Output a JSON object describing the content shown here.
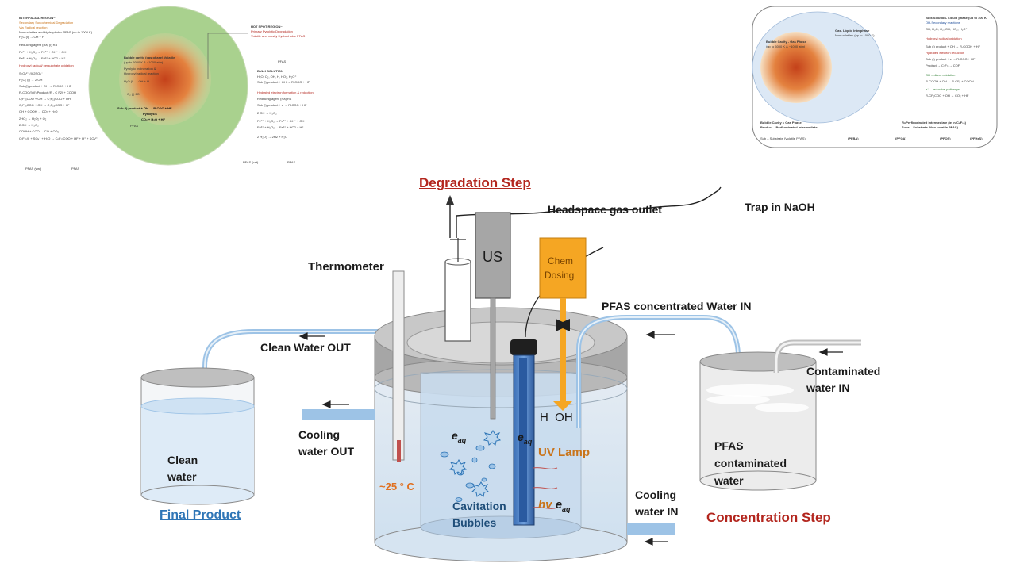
{
  "colors": {
    "accent_red": "#b3261e",
    "accent_blue": "#2e75b6",
    "chem_orange": "#f5a623",
    "water_blue": "#bdd7ee",
    "reactor_grey": "#a6a6a6",
    "halo_green": "#a9d18e",
    "hotspot_orange": "#e07020"
  },
  "main": {
    "degradation_title": "Degradation Step",
    "concentration_title": "Concentration Step",
    "final_product_title": "Final Product",
    "headspace": "Headspace gas outlet",
    "trap": "Trap in NaOH",
    "us": "US",
    "chem_line1": "Chem",
    "chem_line2": "Dosing",
    "thermometer": "Thermometer",
    "pfas_in": "PFAS concentrated Water IN",
    "clean_out": "Clean Water OUT",
    "contaminated_line1": "Contaminated",
    "contaminated_line2": "water IN",
    "cooling_out_line1": "Cooling",
    "cooling_out_line2": "water OUT",
    "cooling_in_line1": "Cooling",
    "cooling_in_line2": "water IN",
    "clean_water_line1": "Clean",
    "clean_water_line2": "water",
    "pfas_contaminated_line1": "PFAS",
    "pfas_contaminated_line2": "contaminated",
    "pfas_contaminated_line3": "water",
    "h_oh": "H  OH",
    "uv_lamp": "UV Lamp",
    "eaq_1": "e",
    "eaq_1_sub": "aq",
    "eaq_2": "e",
    "eaq_2_sub": "aq",
    "hv": "hv",
    "hv_e": "e",
    "hv_e_sub": "aq",
    "temperature": "~25 ° C",
    "cavitation_line1": "Cavitation",
    "cavitation_line2": "Bubbles"
  },
  "left_inset": {
    "interfacial_title": "INTERFACIAL REGION~",
    "interfacial_sub1": "Secondary Sonochemical Degradation",
    "interfacial_sub2": "Via Radical reaction",
    "interfacial_sub3": "Non volatiles and Hydrophobic PFAS (up to 1000 K)",
    "interfacial_eq1": "H₂O (l) → OH + H",
    "reducing_agent": "Reducing agent (Ra) (l) Ra",
    "eq2": "Fe²⁺ + H₂O₂ → Fe³⁺ + OH⁻ + OH",
    "eq3": "Fe³⁺ + H₂O₂ → Fe²⁺ + HO2 + H⁺",
    "hydroxyl_persulphate": "Hydroxyl radical/ persulphate oxidation",
    "eq4": "S₂O₈²⁻ (l) 2SO₄⁻",
    "eq5": "H₂O₂ (l) → 2 OH",
    "eq6": "Sub (l) product + OH → R-COO + HF",
    "eq7": "R-COO(l) (l) Product (R - C F2) + COOH",
    "eq8": "C₇F₁₅COO + OH → C₇F₁₅COO + OH",
    "eq9": "C₇F₁₅COO + OH → C₇F₁₅COO + H⁺",
    "eq10": "OH + COOH → CO₂ + H₂O",
    "eq11": "2HO₂ → H₂O₂ + O₂",
    "eq12": "2 OH → H₂O₂",
    "eq13": "COOH + COO → CO + CO₂",
    "eq14": "C₇F₁₅(l) + SO₄⁻ + H₂O → C₆F₁₃COO + HF + H⁺ + SO₄²⁻",
    "bubble_title": "Bubble cavity (gas phase) Volatile",
    "bubble_sub1": "(up to 5000 K & ~1000 atm)",
    "bubble_sub2": "Pyrolytic incineration &",
    "bubble_sub3": "Hydroxyl radical reaction",
    "bubble_eq1": "H₂O (l) → OH + H",
    "bubble_eq2": "Sub (l) product + OH → R-COO + HF",
    "bubble_eq3": "Pyrolysis",
    "bubble_eq4": "CO₂ + H₂O + HF",
    "bubble_eq5": "O₂ (l) 2O",
    "bubble_legend": "PFAS",
    "hotspot_title": "HOT SPOT REGION~",
    "hotspot_sub1": "Primary Pyrolytic Degradation",
    "hotspot_sub2": "Volatile and mostly Hydrophobic PFAS",
    "bulk_title": "BULK SOLUTION~",
    "bulk_eq1": "H₂O, O₂, OH, H, HO₂, H₂O⁺",
    "bulk_eq2": "Sub (l) product + OH → R-COO + HF",
    "hydrated_title": "Hydrated electron formation & reduction",
    "reducing_agent2": "Reducing agent (Ra) Ra",
    "eq_b1": "Sub (l) product + e → R-COO + HF",
    "eq_b2": "2 OH → H₂O₂",
    "eq_b3": "Fe²⁺ + H₂O₂ → Fe³⁺ + OH⁻ + OH",
    "eq_b4": "Fe³⁺ + H₂O₂ → Fe²⁺ + HO2 + H⁺",
    "eq_b5": "2 H₂O₂ → 2H2 + H₂O",
    "legend_a": "PFAS (wat)",
    "legend_b": "PFAS",
    "legend_c": "PFAS",
    "legend_d": "PFAS (cat)",
    "legend_e": "PFAS"
  },
  "right_inset": {
    "bulk_title": "Bulk Solution- Liquid phase (up to 300 K)",
    "bulk_sub": "OH-Secondary reactions",
    "bulk_eq1": "OH, H₂O, O₂, OH, HO₂, H₂O⁺",
    "interface_title": "Gas- Liquid Interphase",
    "interface_sub": "Non-volatiles (up to 1000 K)",
    "bubble_title": "Bubble Cavity - Gas Phase",
    "bubble_sub": "(up to 5000 K & ~1000 atm)",
    "hydroxyl_title": "Hydroxyl radical oxidation",
    "hydrated_title": "Hydrated electron reduction",
    "oh_title": "OH – direct oxidation",
    "e_title": "e⁻ – reductive pathways",
    "eq1": "Sub (l) product + OH → R-COOH + HF",
    "eq2": "Sub (l) product + e → R-COO + HF",
    "eq3": "Product → C₂F₅ → COF",
    "eq4": "R-COOH + OH → R-CF₂ + COOH",
    "eq5": "R-CF₂COO + OH → CO₂ + HF",
    "footer_bubble": "Bubble Cavity = Gas Phase",
    "footer_product": "Product – Perfluorinated intermediate",
    "footer_sub": "Sub – Substrate (Volatile PFAS)",
    "footer_pfba": "(PFBA)",
    "footer_pfoa": "(PFOA)",
    "footer_pfos": "(PFOS)",
    "footer_pfhxs": "(PFHxS)",
    "footer_right1": "R=Perfluorinated intermediate (ie, n-C₆F₁₃)",
    "footer_right2": "Subs – Substrate (Non-volatile PFAS)"
  }
}
